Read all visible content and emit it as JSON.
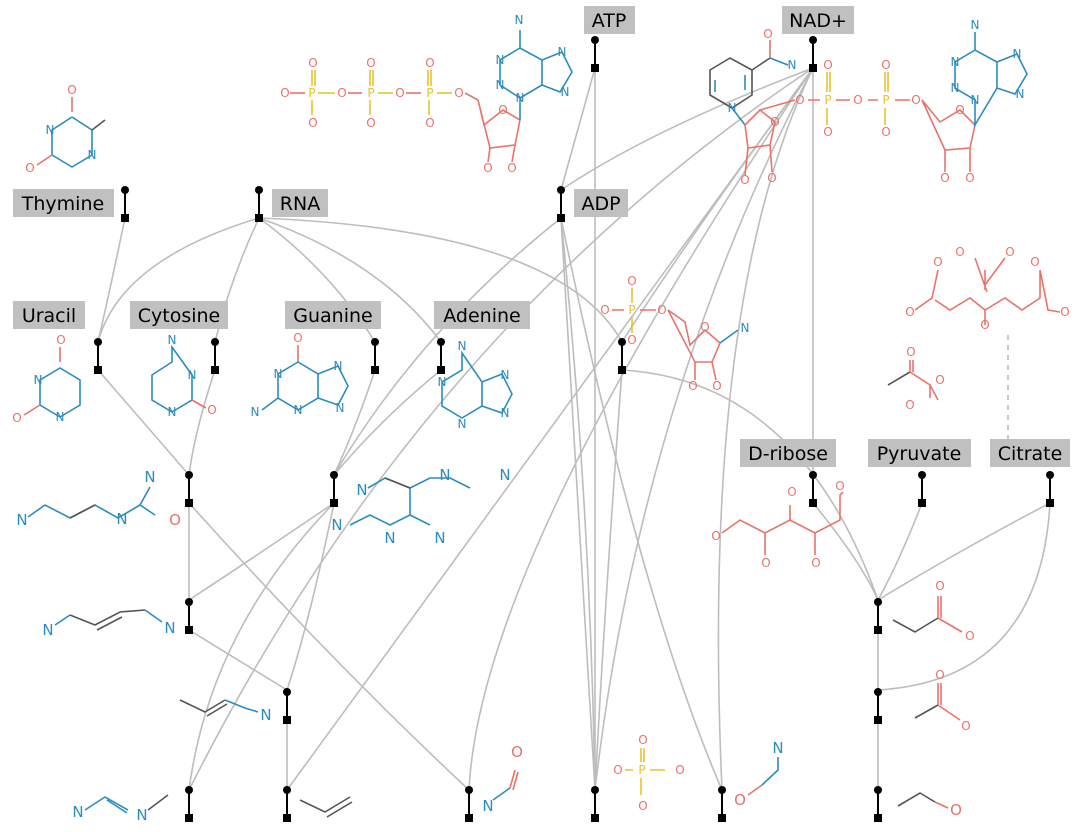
{
  "colors": {
    "nitrogen": "#2b8cbe",
    "oxygen": "#e8736c",
    "phosphorus": "#e8c22f",
    "carbon": "#555555",
    "edge": "#bdbdbd",
    "label_bg": "#c0c0c0"
  },
  "labels": {
    "atp": "ATP",
    "nad": "NAD+",
    "thymine": "Thymine",
    "rna": "RNA",
    "adp": "ADP",
    "uracil": "Uracil",
    "cytosine": "Cytosine",
    "guanine": "Guanine",
    "adenine": "Adenine",
    "dribose": "D-ribose",
    "pyruvate": "Pyruvate",
    "citrate": "Citrate"
  },
  "atoms": {
    "n": "N",
    "o": "O",
    "p": "P"
  }
}
